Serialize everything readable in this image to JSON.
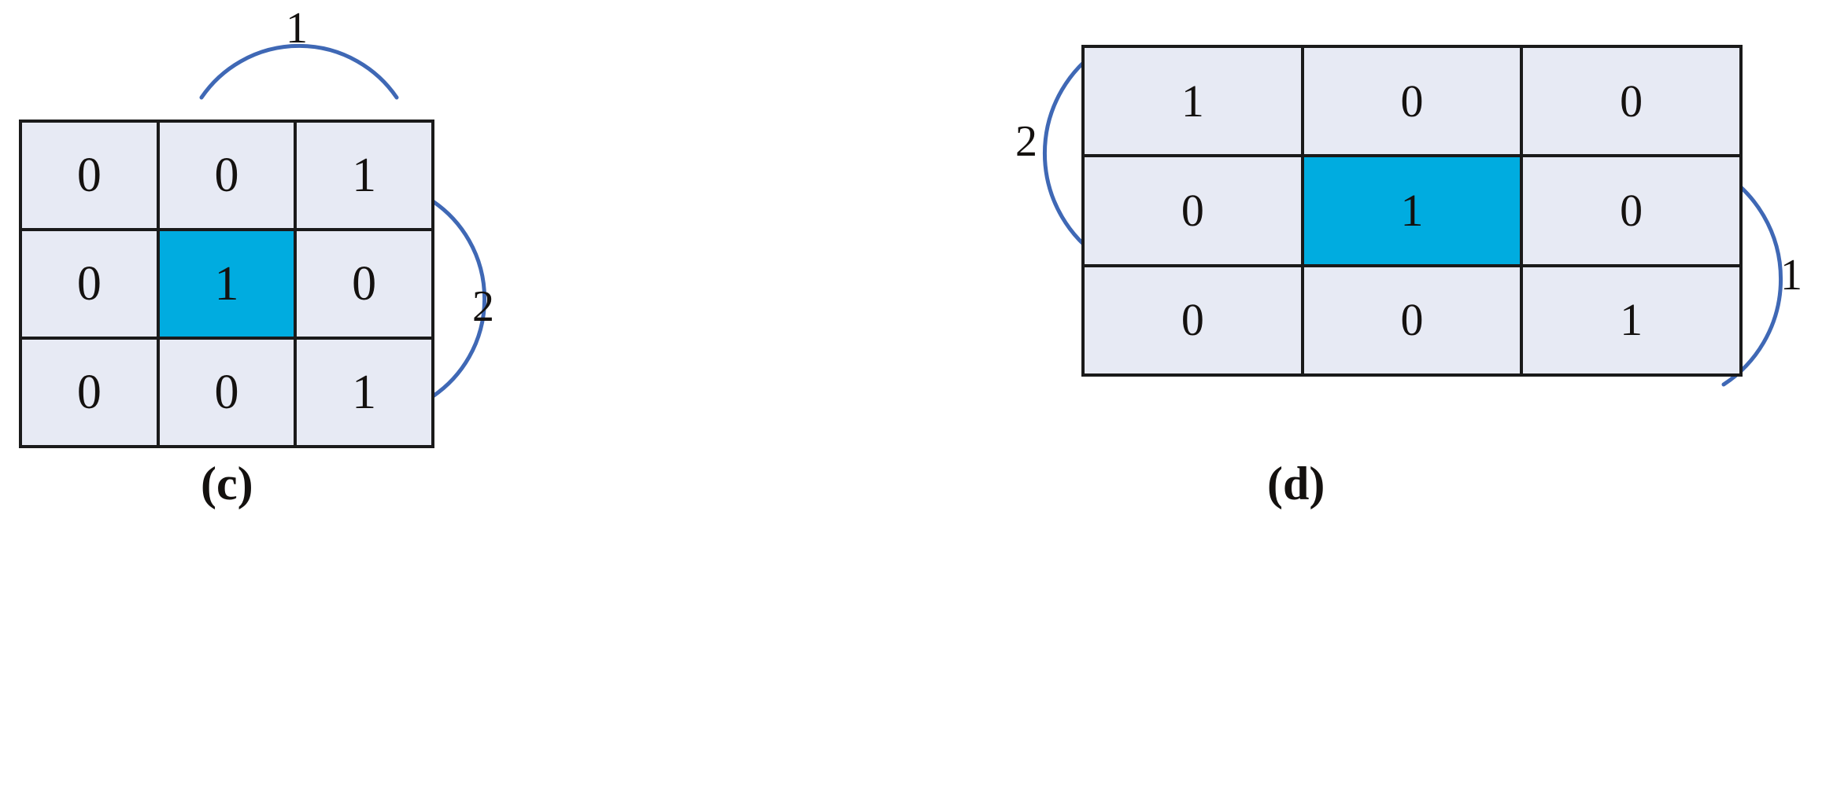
{
  "figure": {
    "type": "diagram",
    "description": "Two 3x3 binary matrices illustrating directional neighbour counts",
    "colors": {
      "cell_background": "#e7eaf4",
      "cell_border": "#1a1a1a",
      "highlight": "#00ace0",
      "arc": "#3f68b5",
      "text": "#14110f"
    }
  },
  "panels": [
    {
      "id": "c",
      "caption": "(c)",
      "grid": {
        "rows": 3,
        "cols": 3,
        "values": [
          [
            "0",
            "0",
            "1"
          ],
          [
            "0",
            "1",
            "0"
          ],
          [
            "0",
            "0",
            "1"
          ]
        ],
        "highlighted_cell": {
          "row": 1,
          "col": 1,
          "value": "1"
        }
      },
      "annotations": [
        {
          "name": "top-arc",
          "label": "1",
          "position": "top",
          "spans": "columns 2-3"
        },
        {
          "name": "right-arc",
          "label": "2",
          "position": "right",
          "spans": "rows 2-3"
        }
      ]
    },
    {
      "id": "d",
      "caption": "(d)",
      "grid": {
        "rows": 3,
        "cols": 3,
        "values": [
          [
            "1",
            "0",
            "0"
          ],
          [
            "0",
            "1",
            "0"
          ],
          [
            "0",
            "0",
            "1"
          ]
        ],
        "highlighted_cell": {
          "row": 1,
          "col": 1,
          "value": "1"
        }
      },
      "annotations": [
        {
          "name": "left-arc",
          "label": "2",
          "position": "left",
          "spans": "rows 1-2"
        },
        {
          "name": "right-arc",
          "label": "1",
          "position": "right",
          "spans": "rows 2-3"
        }
      ]
    }
  ]
}
